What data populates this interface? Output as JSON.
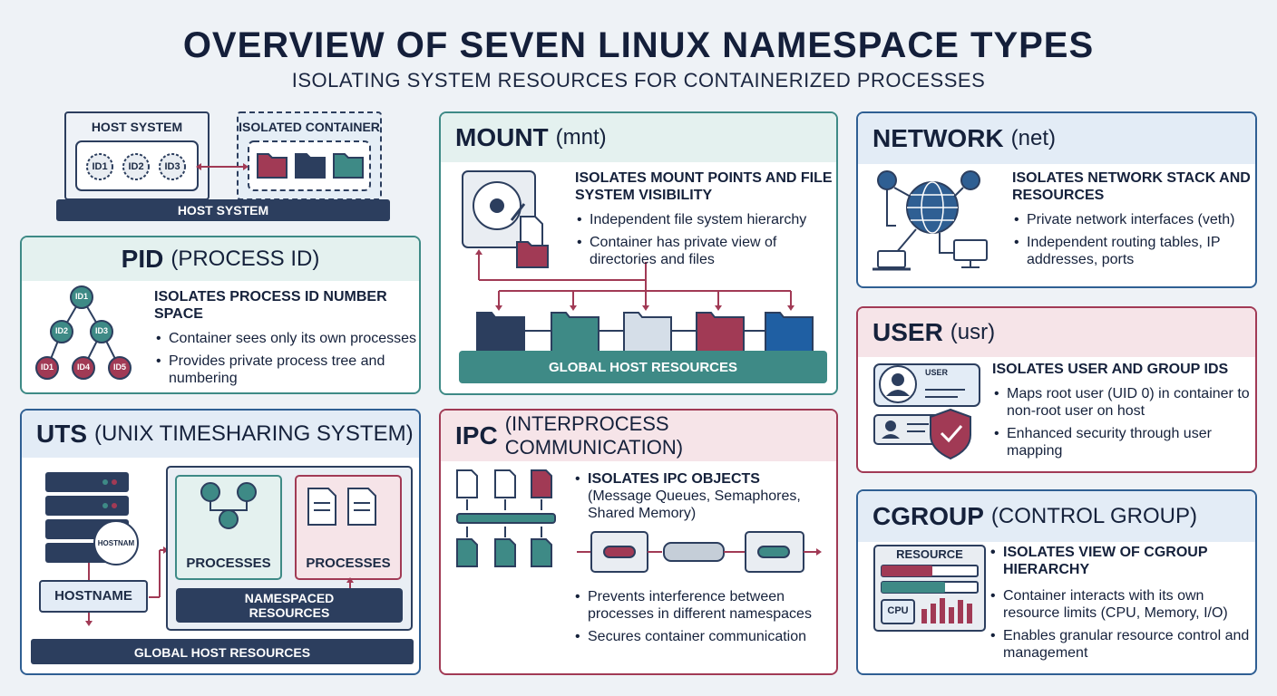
{
  "title": "OVERVIEW OF SEVEN LINUX NAMESPACE TYPES",
  "subtitle": "ISOLATING SYSTEM RESOURCES FOR CONTAINERIZED PROCESSES",
  "header_diagram": {
    "host_label": "HOST SYSTEM",
    "container_label": "ISOLATED CONTAINER",
    "base_label": "HOST SYSTEM",
    "ids": [
      "ID1",
      "ID2",
      "ID3"
    ]
  },
  "pid": {
    "title": "PID",
    "subtitle": "(PROCESS ID)",
    "heading": "ISOLATES PROCESS ID NUMBER SPACE",
    "bullets": [
      "Container sees only its own processes",
      "Provides private process tree and numbering"
    ],
    "tree": [
      "ID1",
      "ID2",
      "ID3",
      "ID1",
      "ID4",
      "ID5"
    ]
  },
  "uts": {
    "title": "UTS",
    "subtitle": "(UNIX TIMESHARING SYSTEM)",
    "hostname_badge": "HOSTNAM",
    "hostname_box": "HOSTNAME",
    "processes_1": "PROCESSES",
    "processes_2": "PROCESSES",
    "namespaced": "NAMESPACED RESOURCES",
    "global": "GLOBAL HOST RESOURCES"
  },
  "mount": {
    "title": "MOUNT",
    "subtitle": "(mnt)",
    "heading": "ISOLATES MOUNT POINTS AND FILE SYSTEM VISIBILITY",
    "bullets": [
      "Independent file system hierarchy",
      "Container has private view of directories and files"
    ],
    "global": "GLOBAL HOST RESOURCES"
  },
  "ipc": {
    "title": "IPC",
    "subtitle": "(INTERPROCESS COMMUNICATION)",
    "heading": "ISOLATES IPC OBJECTS",
    "heading_note": "(Message Queues, Semaphores, Shared Memory)",
    "bullets": [
      "Prevents interference between processes in different namespaces",
      "Secures container communication"
    ]
  },
  "network": {
    "title": "NETWORK",
    "subtitle": "(net)",
    "heading": "ISOLATES NETWORK STACK AND RESOURCES",
    "bullets": [
      "Private network interfaces (veth)",
      "Independent routing tables, IP addresses, ports"
    ]
  },
  "user": {
    "title": "USER",
    "subtitle": "(usr)",
    "card_label": "USER",
    "heading": "ISOLATES USER AND GROUP IDS",
    "bullets": [
      "Maps root user (UID 0) in container to non-root user on host",
      "Enhanced security through user mapping"
    ]
  },
  "cgroup": {
    "title": "CGROUP",
    "subtitle": "(CONTROL GROUP)",
    "resource_label": "RESOURCE",
    "cpu_label": "CPU",
    "heading": "ISOLATES VIEW OF CGROUP HIERARCHY",
    "bullets": [
      "Container interacts with its own resource limits (CPU, Memory, I/O)",
      "Enables granular resource control and management"
    ]
  },
  "colors": {
    "navy": "#2c3e5e",
    "teal": "#3e8a86",
    "red": "#a13a55",
    "blue": "#2f5f93"
  }
}
